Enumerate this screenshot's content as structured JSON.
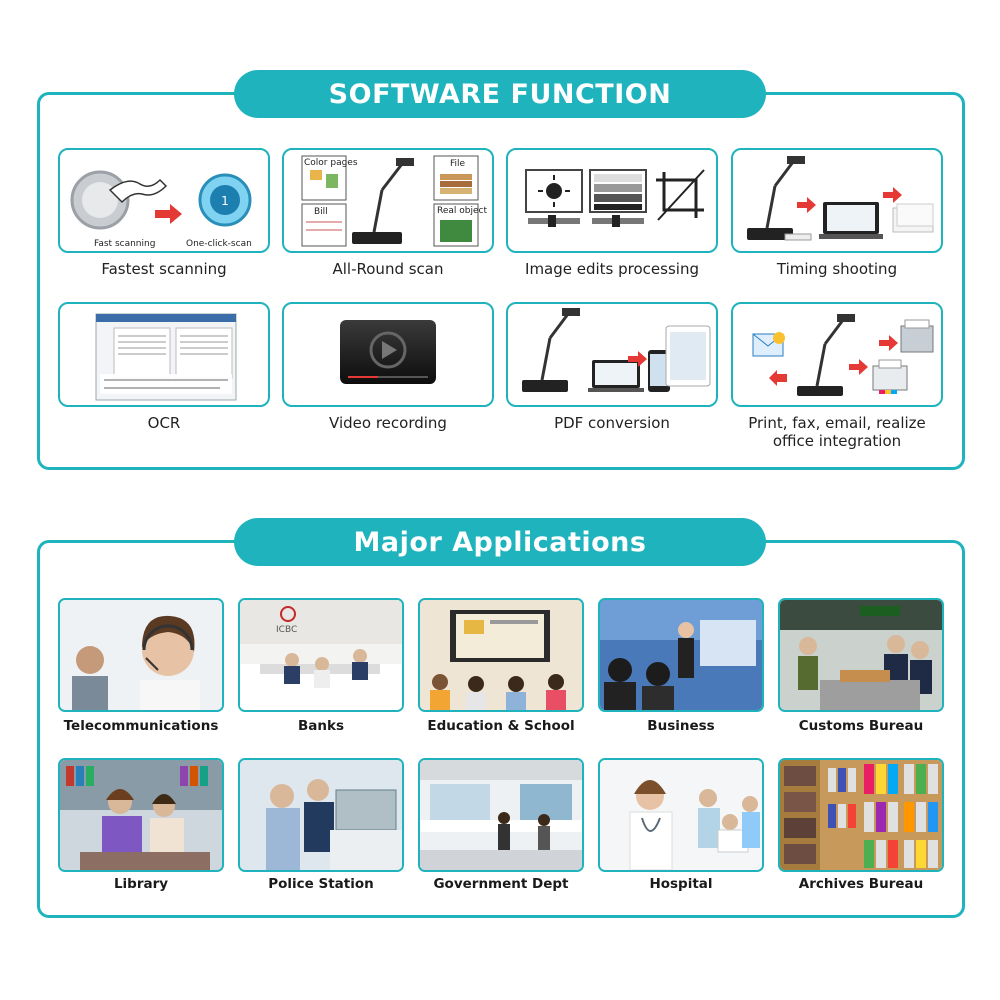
{
  "software": {
    "title": "SOFTWARE FUNCTION",
    "items": [
      {
        "label": "Fastest scanning",
        "sub1": "Fast scanning",
        "sub2": "One-click-scan"
      },
      {
        "label": "All-Round scan",
        "tags": [
          "Color pages",
          "File",
          "Bill",
          "Real object"
        ]
      },
      {
        "label": "Image edits processing"
      },
      {
        "label": "Timing shooting"
      },
      {
        "label": "OCR"
      },
      {
        "label": "Video recording"
      },
      {
        "label": "PDF conversion"
      },
      {
        "label_line1": "Print, fax, email, realize",
        "label_line2": "office integration"
      }
    ]
  },
  "applications": {
    "title": "Major Applications",
    "items": [
      {
        "label": "Telecommunications"
      },
      {
        "label": "Banks",
        "sign": "ICBC"
      },
      {
        "label": "Education & School"
      },
      {
        "label": "Business"
      },
      {
        "label": "Customs Bureau"
      },
      {
        "label": "Library"
      },
      {
        "label": "Police Station"
      },
      {
        "label": "Government Dept"
      },
      {
        "label": "Hospital"
      },
      {
        "label": "Archives Bureau"
      }
    ]
  },
  "colors": {
    "accent": "#1fb3bd",
    "text": "#222222"
  }
}
